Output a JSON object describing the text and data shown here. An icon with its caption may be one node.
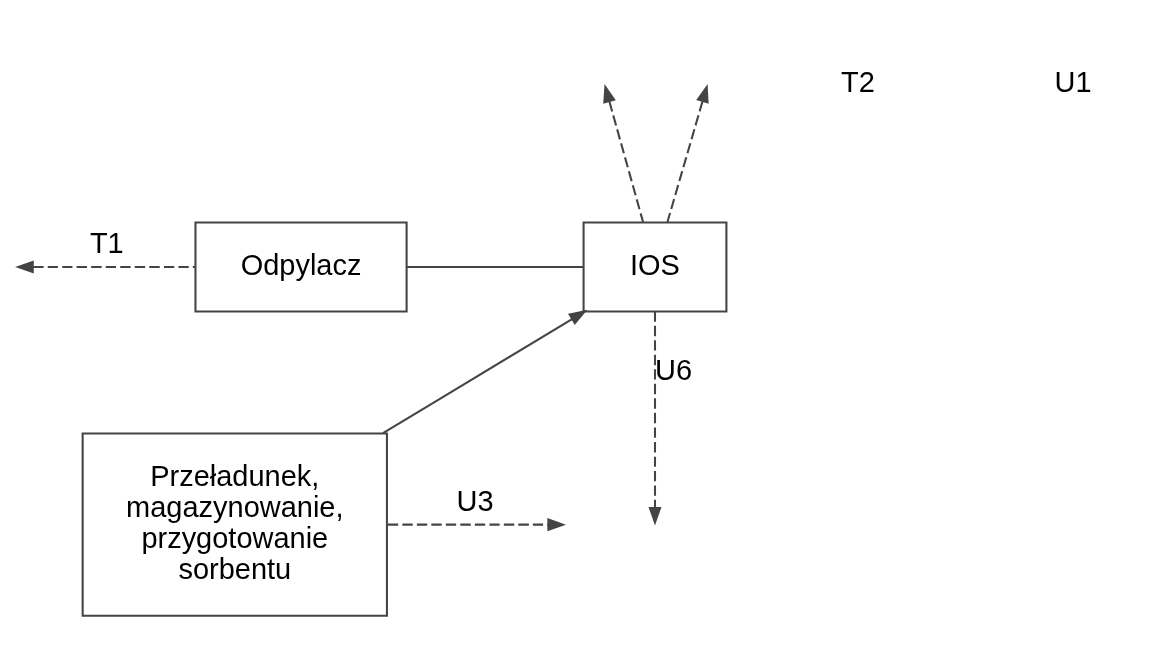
{
  "diagram": {
    "nodes": [
      {
        "text": [
          "Odpylacz"
        ]
      },
      {
        "text": [
          "IOS"
        ]
      },
      {
        "text": [
          "Przeładunek, magazynowanie, przygotowanie sorbentu"
        ]
      }
    ],
    "edges": [
      {
        "from": 0,
        "to": null,
        "arrow": "to",
        "label": "T1",
        "style": "dashed"
      },
      {
        "from": 0,
        "to": 1,
        "arrow": "none"
      },
      {
        "from": 1,
        "to": null,
        "arrow": "to",
        "label": "U6",
        "style": "dashed"
      },
      {
        "from": 1,
        "to": null,
        "arrow": "to",
        "style": "dashed"
      },
      {
        "from": 1,
        "to": null,
        "arrow": "to",
        "style": "dashed"
      },
      {
        "from": 2,
        "to": 1,
        "arrow": "to"
      },
      {
        "from": 2,
        "to": null,
        "arrow": "to",
        "label": "U3",
        "style": "dashed"
      }
    ],
    "labels": [
      "T2",
      "U1"
    ]
  }
}
